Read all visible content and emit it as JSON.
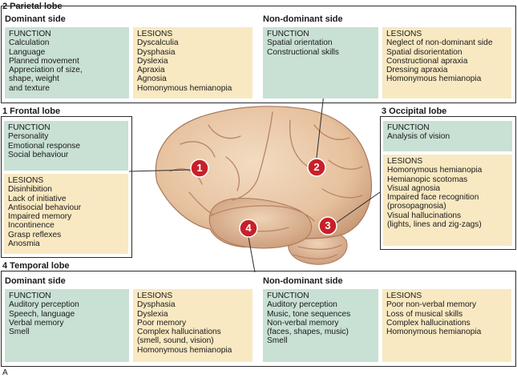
{
  "figure_label": "A",
  "parietal": {
    "title": "2 Parietal lobe",
    "dominant": {
      "side_title": "Dominant side",
      "function_header": "FUNCTION",
      "functions": [
        "Calculation",
        "Language",
        "Planned movement",
        "Appreciation of size,",
        "shape, weight",
        "and texture"
      ],
      "lesions_header": "LESIONS",
      "lesions": [
        "Dyscalculia",
        "Dysphasia",
        "Dyslexia",
        "Apraxia",
        "Agnosia",
        "Homonymous hemianopia"
      ]
    },
    "nondominant": {
      "side_title": "Non-dominant side",
      "function_header": "FUNCTION",
      "functions": [
        "Spatial orientation",
        "Constructional skills"
      ],
      "lesions_header": "LESIONS",
      "lesions": [
        "Neglect of non-dominant side",
        "Spatial disorientation",
        "Constructional apraxia",
        "Dressing apraxia",
        "Homonymous hemianopia"
      ]
    }
  },
  "frontal": {
    "title": "1 Frontal lobe",
    "function_header": "FUNCTION",
    "functions": [
      "Personality",
      "Emotional response",
      "Social behaviour"
    ],
    "lesions_header": "LESIONS",
    "lesions": [
      "Disinhibition",
      "Lack of initiative",
      "Antisocial behaviour",
      "Impaired memory",
      "Incontinence",
      "Grasp reflexes",
      "Anosmia"
    ]
  },
  "occipital": {
    "title": "3 Occipital lobe",
    "function_header": "FUNCTION",
    "functions": [
      "Analysis of vision"
    ],
    "lesions_header": "LESIONS",
    "lesions": [
      "Homonymous hemianopia",
      "Hemianopic scotomas",
      "Visual agnosia",
      "Impaired face recognition",
      "(prosopagnosia)",
      "Visual hallucinations",
      "(lights, lines and zig-zags)"
    ]
  },
  "temporal": {
    "title": "4 Temporal lobe",
    "dominant": {
      "side_title": "Dominant side",
      "function_header": "FUNCTION",
      "functions": [
        "Auditory perception",
        "Speech, language",
        "Verbal memory",
        "Smell"
      ],
      "lesions_header": "LESIONS",
      "lesions": [
        "Dysphasia",
        "Dyslexia",
        "Poor memory",
        "Complex hallucinations",
        "(smell, sound, vision)",
        "Homonymous hemianopia"
      ]
    },
    "nondominant": {
      "side_title": "Non-dominant side",
      "function_header": "FUNCTION",
      "functions": [
        "Auditory perception",
        "Music, tone sequences",
        "Non-verbal memory",
        "(faces, shapes, music)",
        "Smell"
      ],
      "lesions_header": "LESIONS",
      "lesions": [
        "Poor non-verbal memory",
        "Loss of musical skills",
        "Complex hallucinations",
        "Homonymous hemianopia"
      ]
    }
  },
  "markers": [
    "1",
    "2",
    "3",
    "4"
  ],
  "colors": {
    "function_bg": "#c9e0d4",
    "lesion_bg": "#f8e9c2",
    "marker": "#c8202a",
    "brain": "#e9c9a8"
  }
}
